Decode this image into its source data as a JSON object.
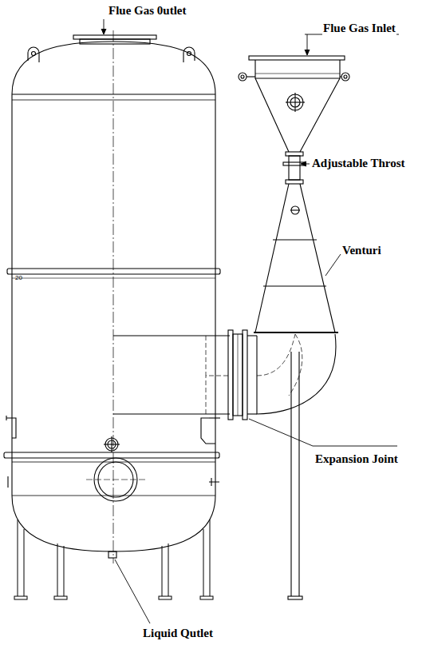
{
  "diagram": {
    "labels": [
      "Flue Gas 0utlet",
      "Flue Gas Inlet",
      "Adjustable Throst",
      "Venturi",
      "Expansion Joint",
      "Liquid Qutlet",
      "20"
    ]
  }
}
